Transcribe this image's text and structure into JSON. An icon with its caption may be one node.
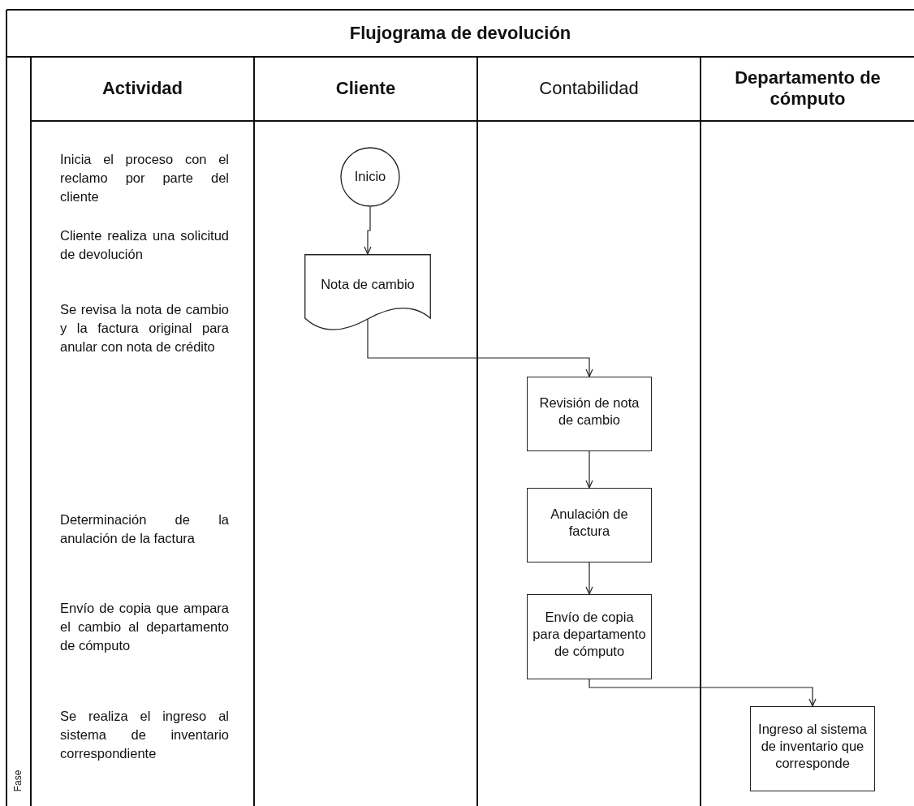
{
  "diagram": {
    "title": "Flujograma de devolución",
    "nodes": [
      {
        "text": [
          "Actividad"
        ]
      },
      {
        "text": [
          "Cliente"
        ]
      },
      {
        "text": [
          "Contabilidad"
        ]
      },
      {
        "text": [
          "Departamento de cómputo"
        ]
      },
      {
        "text": [
          "Inicio"
        ],
        "in": 1
      },
      {
        "text": [
          "Nota de cambio"
        ],
        "in": 1
      },
      {
        "text": [
          "Revisión de nota de cambio"
        ],
        "in": 2
      },
      {
        "text": [
          "Anulación de factura"
        ],
        "in": 2
      },
      {
        "text": [
          "Envío de copia para departamento de cómputo"
        ],
        "in": 2
      },
      {
        "text": [
          "Ingreso al sistema de inventario que corresponde"
        ],
        "in": 3
      }
    ],
    "edges": [
      {
        "from": 4,
        "to": 5,
        "arrow": "to"
      },
      {
        "from": 5,
        "to": 6,
        "arrow": "to"
      },
      {
        "from": 6,
        "to": 7,
        "arrow": "to"
      },
      {
        "from": 7,
        "to": 8,
        "arrow": "to"
      },
      {
        "from": 8,
        "to": 9,
        "arrow": "to"
      }
    ],
    "labels": [
      "Inicia el proceso con el reclamo por parte del cliente",
      "Cliente realiza una solicitud de devolución",
      "Se revisa la nota de cambio y la factura original para anular con nota de crédito",
      "Determinación de la anulación de la factura",
      "Envío de copia que ampara el cambio al departamento de cómputo",
      "Se realiza el ingreso al sistema de inventario correspondiente",
      "Fase"
    ]
  }
}
